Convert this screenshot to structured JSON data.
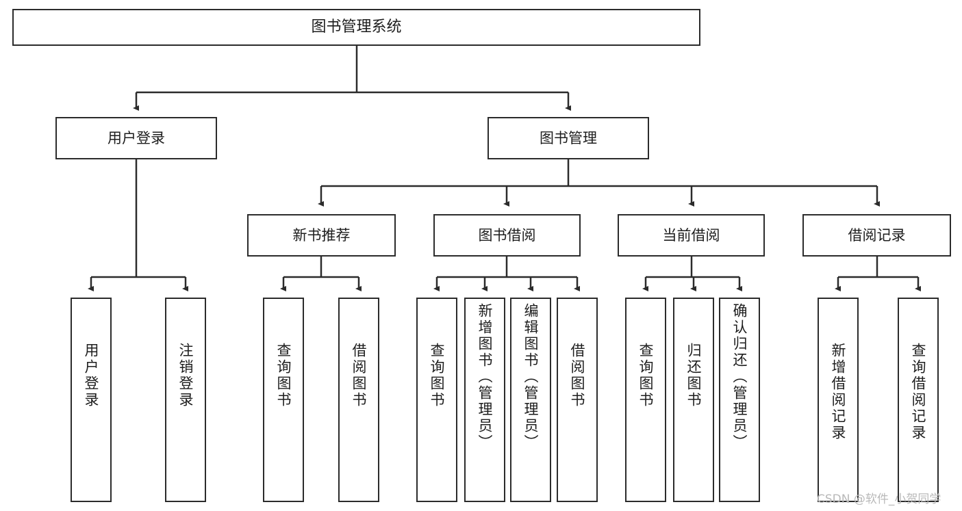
{
  "diagram": {
    "title": "图书管理系统",
    "type": "function-structure-tree",
    "nodes": {
      "root": {
        "label": "图书管理系统"
      },
      "level1": [
        {
          "id": "user-login",
          "label": "用户登录"
        },
        {
          "id": "book-manage",
          "label": "图书管理"
        }
      ],
      "level2": [
        {
          "id": "new-book-recommend",
          "label": "新书推荐"
        },
        {
          "id": "book-borrow",
          "label": "图书借阅"
        },
        {
          "id": "current-borrow",
          "label": "当前借阅"
        },
        {
          "id": "borrow-record",
          "label": "借阅记录"
        }
      ],
      "leaves": {
        "user_login": [
          {
            "id": "leaf-user-login",
            "label": "用户登录"
          },
          {
            "id": "leaf-logout",
            "label": "注销登录"
          }
        ],
        "new_book_recommend": [
          {
            "id": "leaf-query-book-1",
            "label": "查询图书"
          },
          {
            "id": "leaf-borrow-book-1",
            "label": "借阅图书"
          }
        ],
        "book_borrow": [
          {
            "id": "leaf-query-book-2",
            "label": "查询图书"
          },
          {
            "id": "leaf-add-book",
            "label": "新增图书（管理员）"
          },
          {
            "id": "leaf-edit-book",
            "label": "编辑图书（管理员）"
          },
          {
            "id": "leaf-borrow-book-2",
            "label": "借阅图书"
          }
        ],
        "current_borrow": [
          {
            "id": "leaf-query-book-3",
            "label": "查询图书"
          },
          {
            "id": "leaf-return-book",
            "label": "归还图书"
          },
          {
            "id": "leaf-confirm-return",
            "label": "确认归还（管理员）"
          }
        ],
        "borrow_record": [
          {
            "id": "leaf-add-record",
            "label": "新增借阅记录"
          },
          {
            "id": "leaf-query-record",
            "label": "查询借阅记录"
          }
        ]
      }
    },
    "colors": {
      "stroke": "#2b2b2b",
      "fill": "#ffffff",
      "text": "#1d1d1d",
      "watermark": "#b9b9b9"
    }
  },
  "watermark": {
    "text": "CSDN @软件_小贺同学"
  }
}
